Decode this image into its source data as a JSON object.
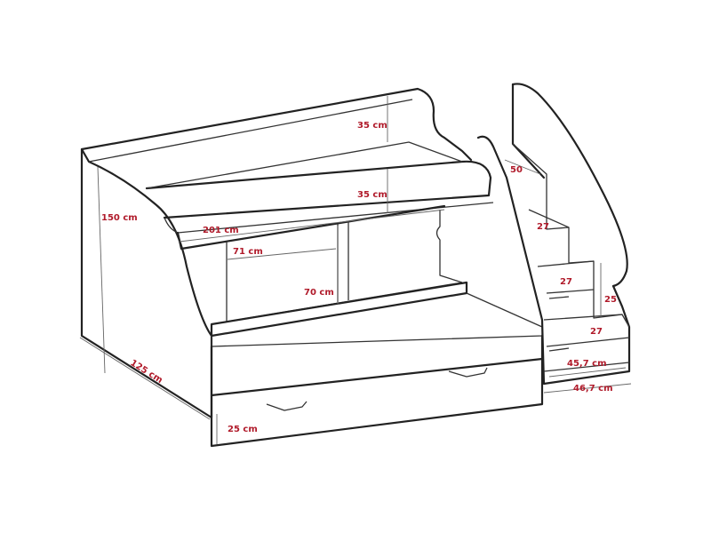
{
  "dimensions": {
    "top_guard_height": "35 cm",
    "bottom_guard_height": "35 cm",
    "total_height": "150 cm",
    "length": "201 cm",
    "opening_width": "71 cm",
    "opening_height": "70 cm",
    "depth": "125 cm",
    "drawer_height": "25 cm",
    "step_top": "50",
    "step_2": "27",
    "step_3": "27",
    "step_4": "27",
    "step_rise": "25",
    "stair_depth_inner": "45,7  cm",
    "stair_depth_outer": "46,7  cm"
  },
  "colors": {
    "label": "#b01a2a",
    "line": "#222222"
  }
}
